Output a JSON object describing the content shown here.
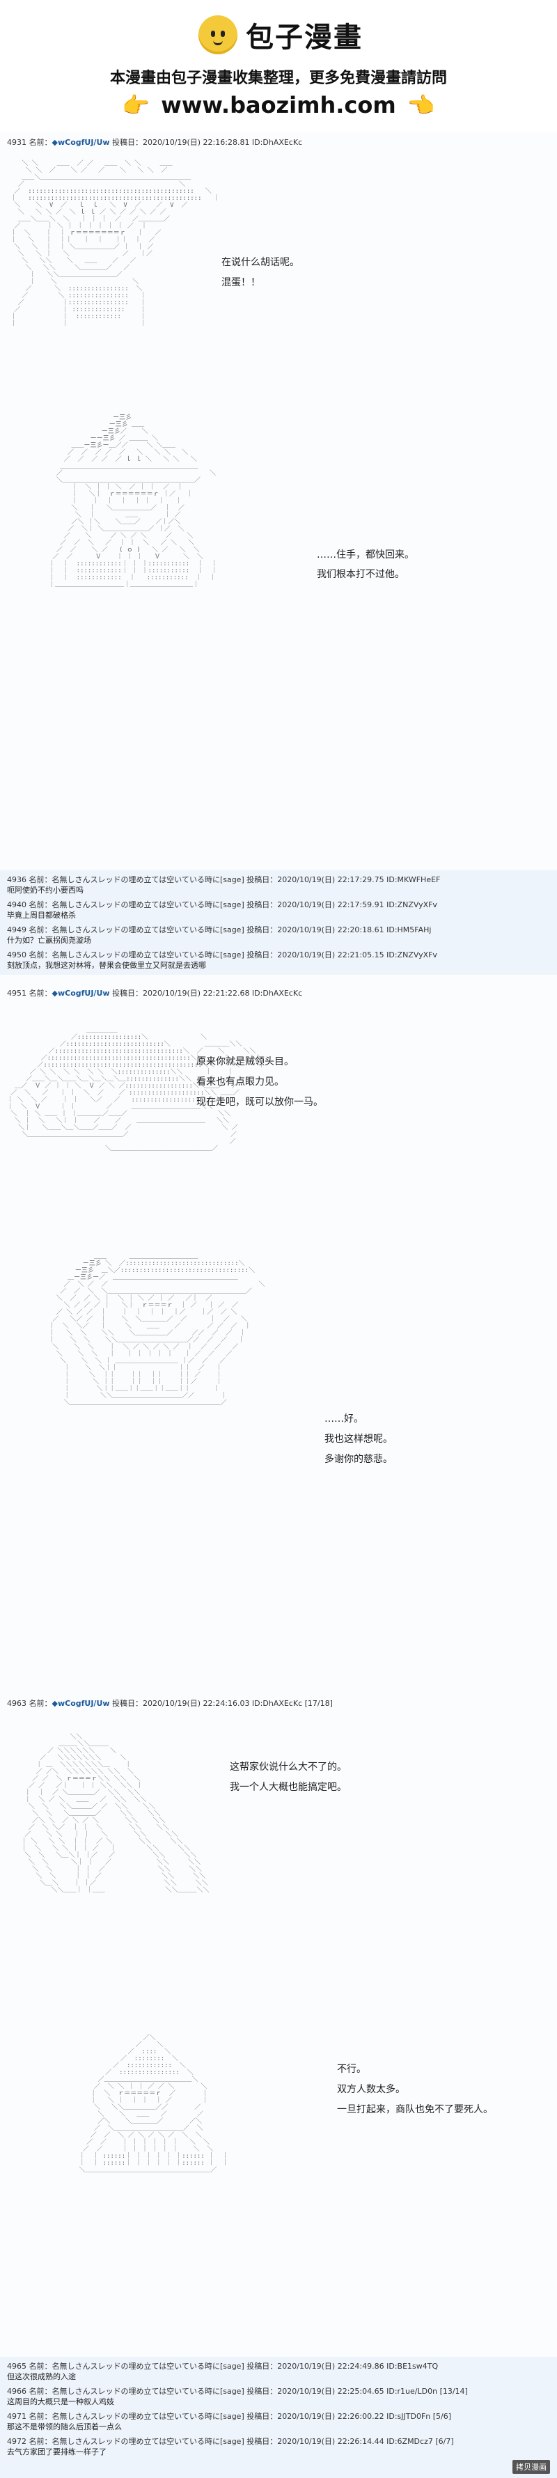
{
  "brand": {
    "logo_text": "包子漫畫",
    "tagline": "本漫畫由包子漫畫收集整理，更多免費漫畫請訪問",
    "url": "www.baozimh.com",
    "hand_icon": "👉",
    "hand_icon_right": "👈"
  },
  "posts": [
    {
      "header_num": "4931",
      "header_label": "名前：",
      "header_name": "◆wCogfUJ/Uw",
      "header_rest": "投稿日：2020/10/19(日) 22:16:28.81 ID:DhAXEcKc",
      "speech": [
        "在说什么胡话呢。",
        "混蛋！！",
        "……住手，都快回来。",
        "我们根本打不过他。"
      ]
    },
    {
      "header_num": "4951",
      "header_label": "名前：",
      "header_name": "◆wCogfUJ/Uw",
      "header_rest": "投稿日：2020/10/19(日) 22:21:22.68 ID:DhAXEcKc",
      "speech": [
        "原来你就是贼领头目。",
        "看来也有点眼力见。",
        "现在走吧，既可以放你一马。",
        "……好。",
        "我也这样想呢。",
        "多谢你的慈悲。"
      ]
    },
    {
      "header_num": "4963",
      "header_label": "名前：",
      "header_name": "◆wCogfUJ/Uw",
      "header_rest": "投稿日：2020/10/19(日) 22:24:16.03 ID:DhAXEcKc [17/18]",
      "speech": [
        "这帮家伙说什么大不了的。",
        "我一个人大概也能搞定吧。",
        "不行。",
        "双方人数太多。",
        "一旦打起来，商队也免不了要死人。"
      ]
    }
  ],
  "replies_a": [
    {
      "meta": "4936 名前：名無しさんスレッドの埋め立ては空いている時に[sage] 投稿日：2020/10/19(日) 22:17:29.75 ID:MKWFHeEF",
      "body": "呃阿使奶不约小要西吗"
    },
    {
      "meta": "4940 名前：名無しさんスレッドの埋め立ては空いている時に[sage] 投稿日：2020/10/19(日) 22:17:59.91 ID:ZNZVyXFv",
      "body": "毕竟上周目都破格杀"
    },
    {
      "meta": "4949 名前：名無しさんスレッドの埋め立ては空いている時に[sage] 投稿日：2020/10/19(日) 22:20:18.61 ID:HM5FAHj",
      "body": "什为如？亡嬴拐阂尧漩场"
    },
    {
      "meta": "4950 名前：名無しさんスレッドの埋め立ては空いている時に[sage] 投稿日：2020/10/19(日) 22:21:05.15 ID:ZNZVyXFv",
      "body": "刻放顶点，我想这对林将，替果会使做里立又阿就是去透哪"
    }
  ],
  "replies_b": [
    {
      "meta": "4965 名前：名無しさんスレッドの埋め立ては空いている時に[sage] 投稿日：2020/10/19(日) 22:24:49.86 ID:BE1sw4TQ",
      "body": "但这次很成熟的入途"
    },
    {
      "meta": "4966 名前：名無しさんスレッドの埋め立ては空いている時に[sage] 投稿日：2020/10/19(日) 22:25:04.65 ID:r1ue/LD0n [13/14]",
      "body": "这周目的大概只是一种叙人鸡妓"
    },
    {
      "meta": "4971 名前：名無しさんスレッドの埋め立ては空いている時に[sage] 投稿日：2020/10/19(日) 22:26:00.22 ID:sJJTD0Fn [5/6]",
      "body": "那这不是带领的随么后顶着一点么"
    },
    {
      "meta": "4972 名前：名無しさんスレッドの埋め立ては空いている時に[sage] 投稿日：2020/10/19(日) 22:26:14.44 ID:6ZMDcz7 [6/7]",
      "body": "去气方家团了要排练一样子了"
    }
  ],
  "footer": "拷贝漫画"
}
